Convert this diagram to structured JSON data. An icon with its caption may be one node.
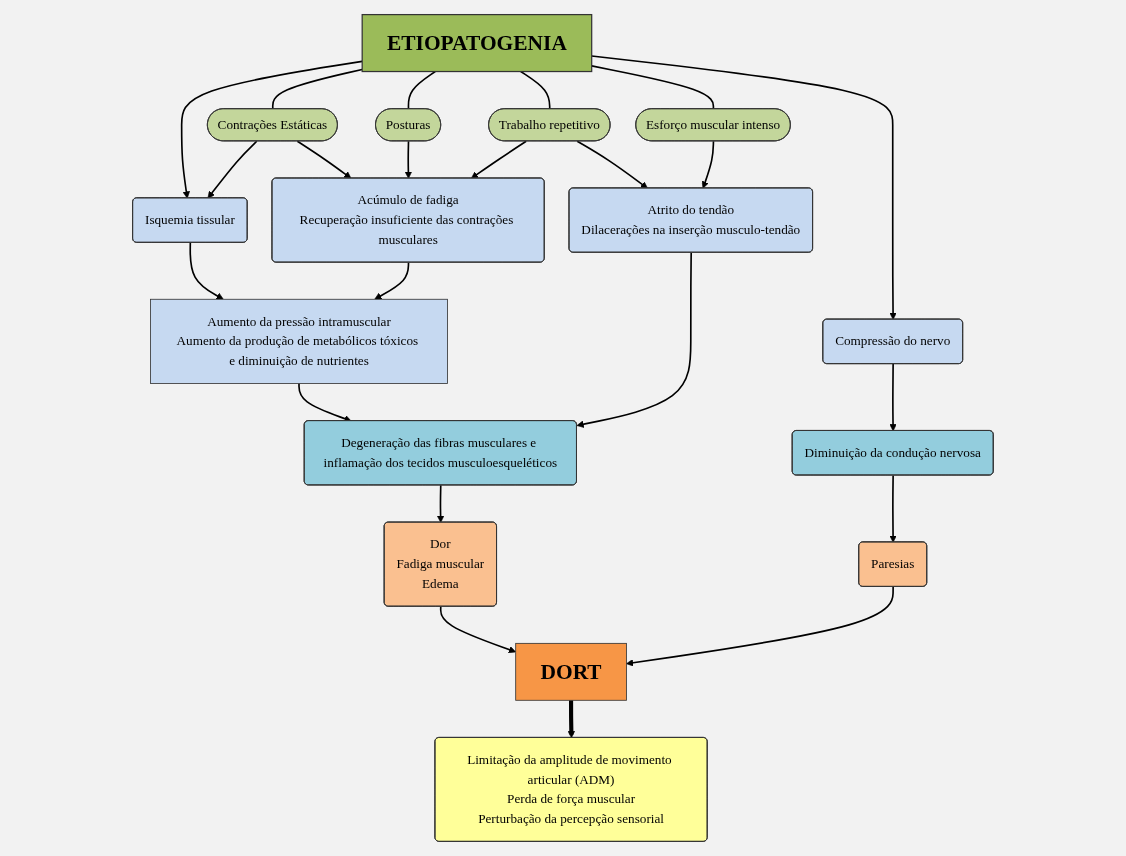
{
  "diagram": {
    "nodes": [
      {
        "text": [
          "ETIOPATOGENIA"
        ]
      },
      {
        "text": [
          "Contrações Estáticas"
        ]
      },
      {
        "text": [
          "Posturas"
        ]
      },
      {
        "text": [
          "Trabalho repetitivo"
        ]
      },
      {
        "text": [
          "Esforço muscular intenso"
        ]
      },
      {
        "text": [
          "Isquemia tissular"
        ]
      },
      {
        "text": [
          "Acúmulo de fadiga",
          "Recuperação insuficiente das contrações musculares"
        ]
      },
      {
        "text": [
          "Atrito do tendão",
          "Dilacerações na inserção musculo-tendão"
        ]
      },
      {
        "text": [
          "Compressão do nervo"
        ]
      },
      {
        "text": [
          "Aumento da pressão intramuscular",
          "Aumento da produção de metabólicos tóxicos e diminuição de nutrientes"
        ]
      },
      {
        "text": [
          "Degeneração das fibras musculares e inflamação dos tecidos musculoesqueléticos"
        ]
      },
      {
        "text": [
          "Diminuição da condução nervosa"
        ]
      },
      {
        "text": [
          "Dor",
          "Fadiga muscular",
          "Edema"
        ]
      },
      {
        "text": [
          "DORT"
        ]
      },
      {
        "text": [
          "Paresias"
        ]
      },
      {
        "text": [
          "Limitação da amplitude de movimento articular (ADM)",
          "Perda de força muscular",
          "Perturbação da percepção sensorial"
        ]
      }
    ],
    "edges": [
      {
        "from": 0,
        "to": 5,
        "arrow": "to"
      },
      {
        "from": 0,
        "to": 1,
        "arrow": "none"
      },
      {
        "from": 0,
        "to": 2,
        "arrow": "none"
      },
      {
        "from": 0,
        "to": 3,
        "arrow": "none"
      },
      {
        "from": 0,
        "to": 4,
        "arrow": "none"
      },
      {
        "from": 0,
        "to": 8,
        "arrow": "to"
      },
      {
        "from": 1,
        "to": 5,
        "arrow": "to"
      },
      {
        "from": 1,
        "to": 6,
        "arrow": "to"
      },
      {
        "from": 2,
        "to": 6,
        "arrow": "to"
      },
      {
        "from": 3,
        "to": 6,
        "arrow": "to"
      },
      {
        "from": 3,
        "to": 7,
        "arrow": "to"
      },
      {
        "from": 4,
        "to": 7,
        "arrow": "to"
      },
      {
        "from": 5,
        "to": 9,
        "arrow": "to"
      },
      {
        "from": 6,
        "to": 9,
        "arrow": "to"
      },
      {
        "from": 7,
        "to": 10,
        "arrow": "to"
      },
      {
        "from": 9,
        "to": 10,
        "arrow": "to"
      },
      {
        "from": 8,
        "to": 11,
        "arrow": "to"
      },
      {
        "from": 11,
        "to": 14,
        "arrow": "to"
      },
      {
        "from": 10,
        "to": 12,
        "arrow": "to"
      },
      {
        "from": 12,
        "to": 13,
        "arrow": "to"
      },
      {
        "from": 14,
        "to": 13,
        "arrow": "to"
      },
      {
        "from": 13,
        "to": 15,
        "arrow": "to",
        "style": "thick"
      }
    ]
  }
}
